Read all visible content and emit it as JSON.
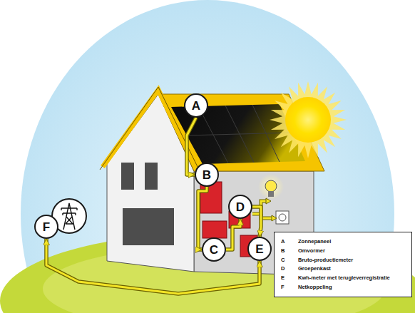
{
  "diagram": {
    "nodes": [
      {
        "text": [
          "A"
        ]
      },
      {
        "text": [
          "B"
        ]
      },
      {
        "text": [
          "C"
        ]
      },
      {
        "text": [
          "D"
        ]
      },
      {
        "text": [
          "E"
        ]
      },
      {
        "text": [
          "F"
        ]
      },
      {
        "text": [
          "A",
          "Zonnepaneel",
          "B",
          "Omvormer",
          "C",
          "Bruto-productiemeter",
          "D",
          "Groepenkast",
          "E",
          "Kwh-meter met terugleverregistratie",
          "F",
          "Netkoppeling"
        ]
      }
    ],
    "edges": [
      {
        "from": 0,
        "to": 1,
        "arrow": "to"
      },
      {
        "from": 1,
        "to": 2,
        "arrow": "to"
      },
      {
        "from": 2,
        "to": 3,
        "arrow": "to"
      },
      {
        "from": 3,
        "to": 4,
        "arrow": "to"
      },
      {
        "from": 4,
        "to": 5,
        "arrow": "both"
      }
    ]
  }
}
